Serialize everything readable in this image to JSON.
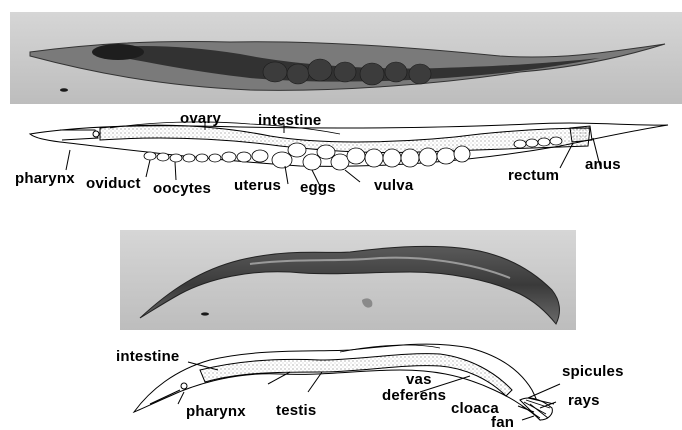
{
  "panels": {
    "hermaphrodite_photo": {},
    "hermaphrodite_diagram": {
      "labels": {
        "ovary": "ovary",
        "intestine": "intestine",
        "pharynx": "pharynx",
        "oviduct": "oviduct",
        "oocytes": "oocytes",
        "uterus": "uterus",
        "eggs": "eggs",
        "vulva": "vulva",
        "rectum": "rectum",
        "anus": "anus"
      }
    },
    "male_photo": {},
    "male_diagram": {
      "labels": {
        "intestine": "intestine",
        "pharynx": "pharynx",
        "testis": "testis",
        "vas": "vas",
        "deferens": "deferens",
        "spicules": "spicules",
        "rays": "rays",
        "cloaca": "cloaca",
        "fan": "fan"
      }
    }
  },
  "colors": {
    "photo_background": "#c9c9c9",
    "photo_worm_dark": "#262626",
    "line": "#000000"
  }
}
